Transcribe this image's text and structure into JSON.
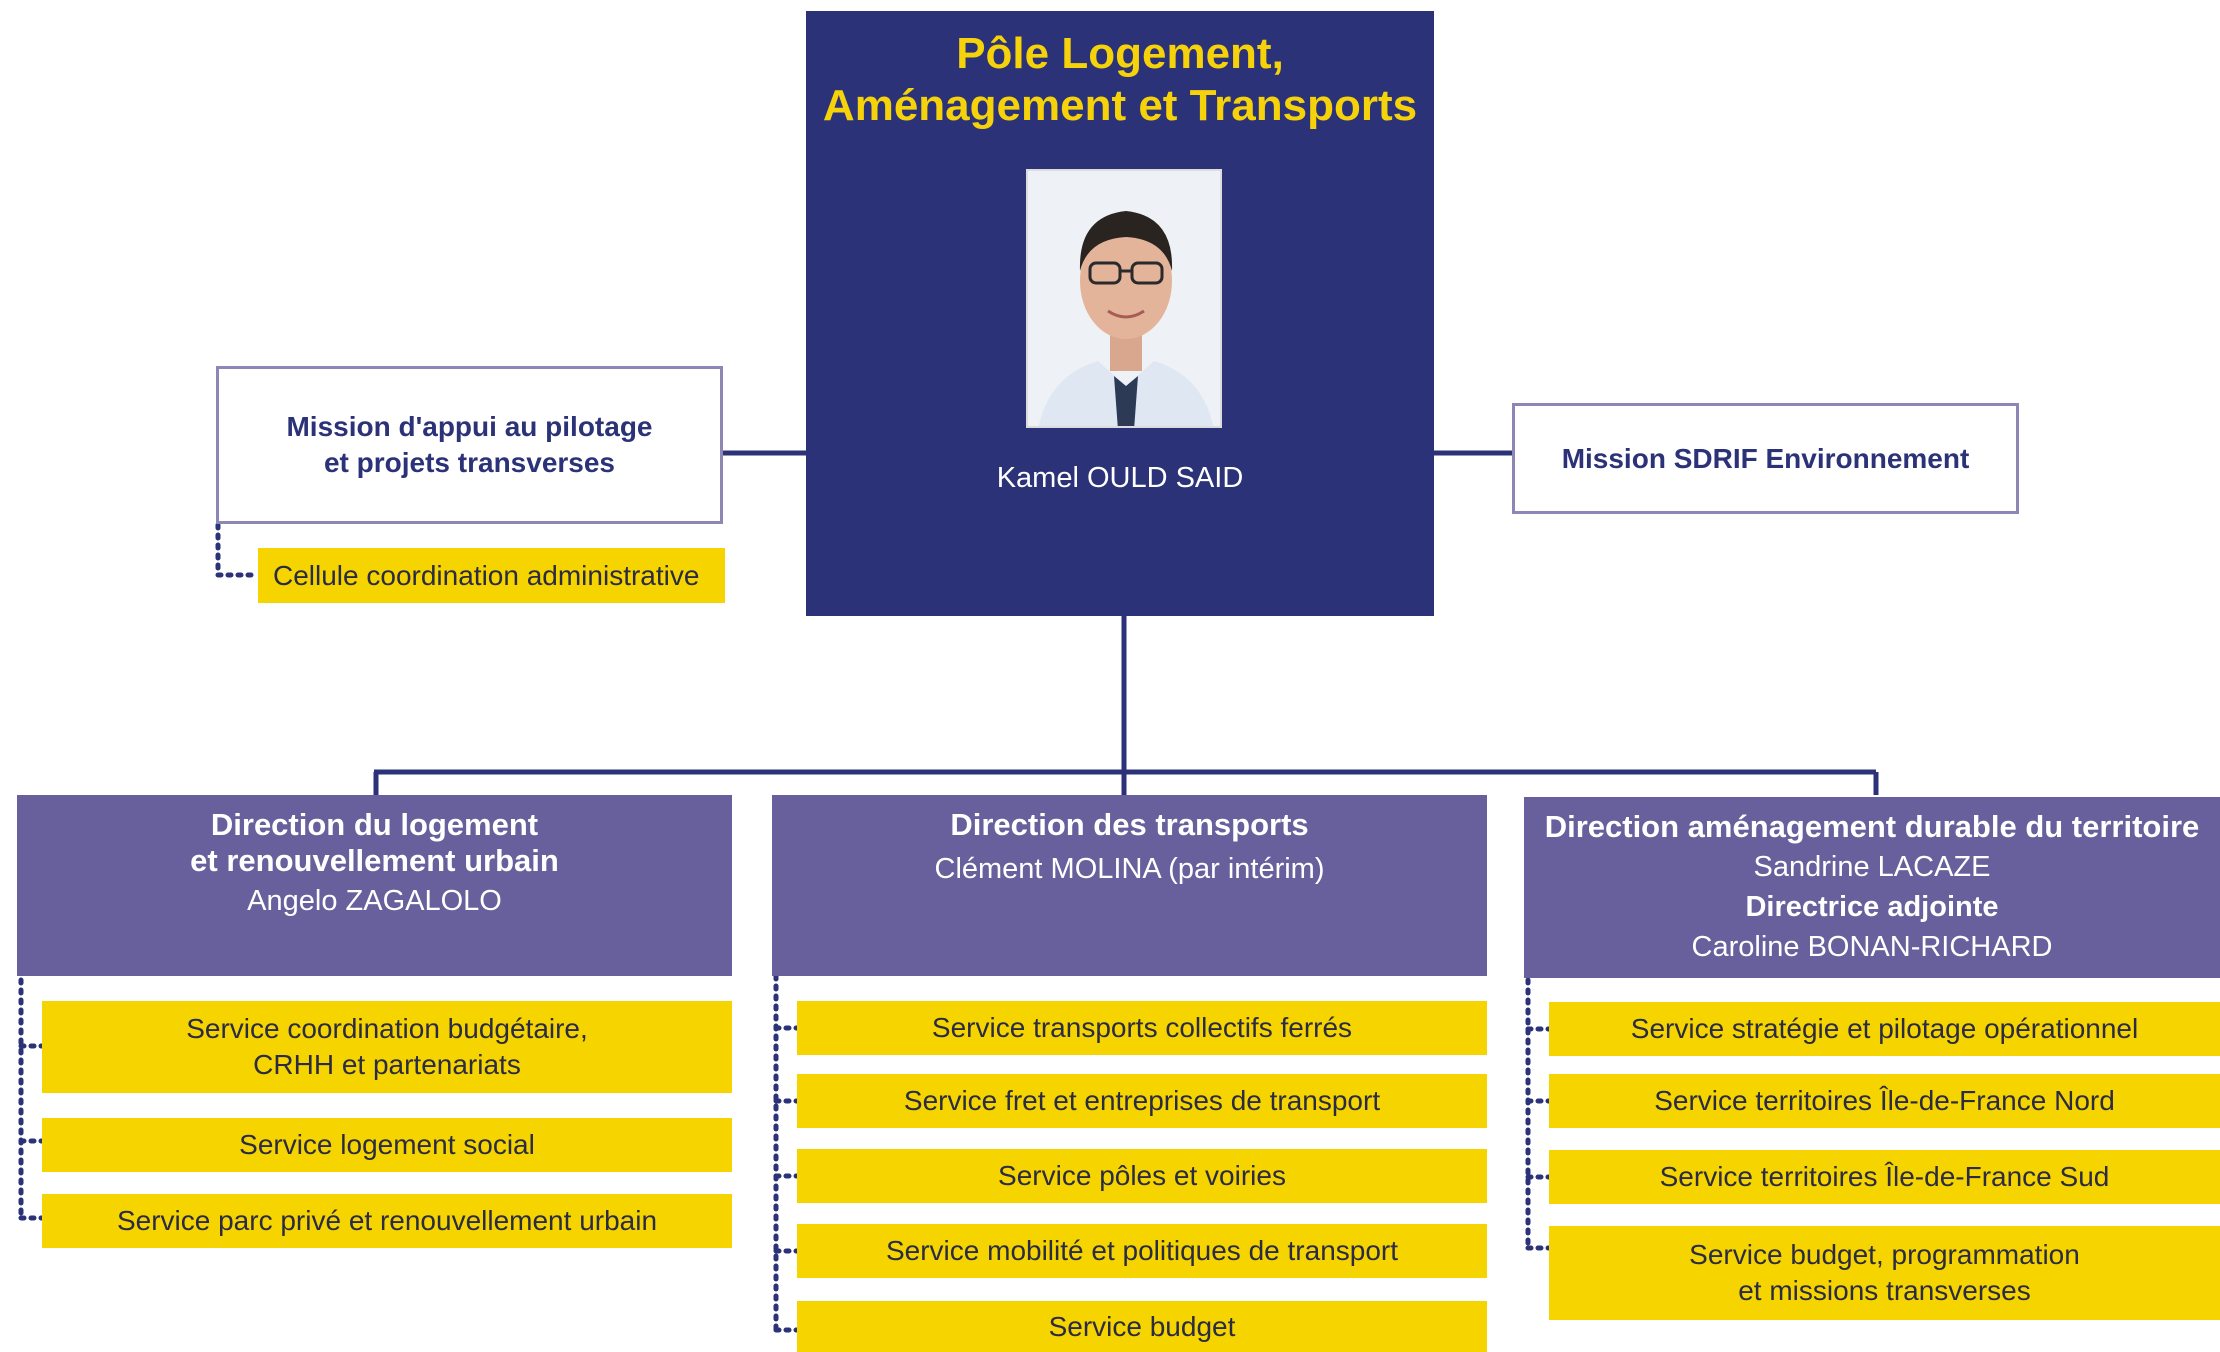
{
  "pole": {
    "title_line1": "Pôle Logement,",
    "title_line2": "Aménagement et Transports",
    "head_name": "Kamel OULD SAID"
  },
  "missions": {
    "left": {
      "line1": "Mission d'appui au pilotage",
      "line2": "et projets transverses",
      "cell": "Cellule coordination administrative"
    },
    "right": {
      "label": "Mission SDRIF Environnement"
    }
  },
  "directions": [
    {
      "title_line1": "Direction du logement",
      "title_line2": "et renouvellement urbain",
      "director": "Angelo ZAGALOLO",
      "services": [
        {
          "line1": "Service coordination budgétaire,",
          "line2": "CRHH et partenariats"
        },
        {
          "line1": "Service logement social"
        },
        {
          "line1": "Service parc privé et renouvellement urbain"
        }
      ]
    },
    {
      "title_line1": "Direction des transports",
      "director": "Clément MOLINA (par intérim)",
      "services": [
        {
          "line1": "Service transports collectifs ferrés"
        },
        {
          "line1": "Service fret et entreprises de transport"
        },
        {
          "line1": "Service pôles et voiries"
        },
        {
          "line1": "Service mobilité et politiques de transport"
        },
        {
          "line1": "Service budget"
        }
      ]
    },
    {
      "title_line1": "Direction aménagement durable du territoire",
      "director": "Sandrine LACAZE",
      "deputy_title": "Directrice adjointe",
      "deputy": "Caroline BONAN-RICHARD",
      "services": [
        {
          "line1": "Service stratégie et pilotage opérationnel"
        },
        {
          "line1": "Service territoires Île-de-France Nord"
        },
        {
          "line1": "Service territoires Île-de-France Sud"
        },
        {
          "line1": "Service budget, programmation",
          "line2": "et missions transverses"
        }
      ]
    }
  ],
  "colors": {
    "navy": "#2b3278",
    "yellow_title": "#f5d20a",
    "violet": "#67609c",
    "service_yellow": "#f5d400"
  },
  "photo": {
    "kind": "portrait-photo",
    "subject": "Kamel OULD SAID"
  }
}
